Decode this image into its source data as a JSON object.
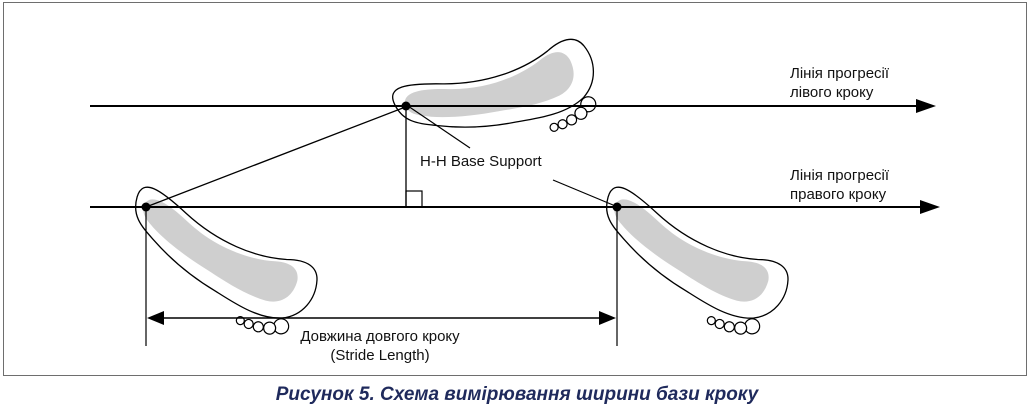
{
  "diagram": {
    "left_progression_line": {
      "line1": "Лінія прогресії",
      "line2": "лівого кроку"
    },
    "right_progression_line": {
      "line1": "Лінія прогресії",
      "line2": "правого кроку"
    },
    "base_support_label": "H-H Base Support",
    "stride_length_label": {
      "line1": "Довжина довгого кроку",
      "line2": "(Stride Length)"
    }
  },
  "caption": "Рисунок 5. Схема вимірювання ширини бази кроку",
  "colors": {
    "line": "#000000",
    "footprint_fill": "#cfcfcf",
    "caption": "#1f2a5c"
  }
}
